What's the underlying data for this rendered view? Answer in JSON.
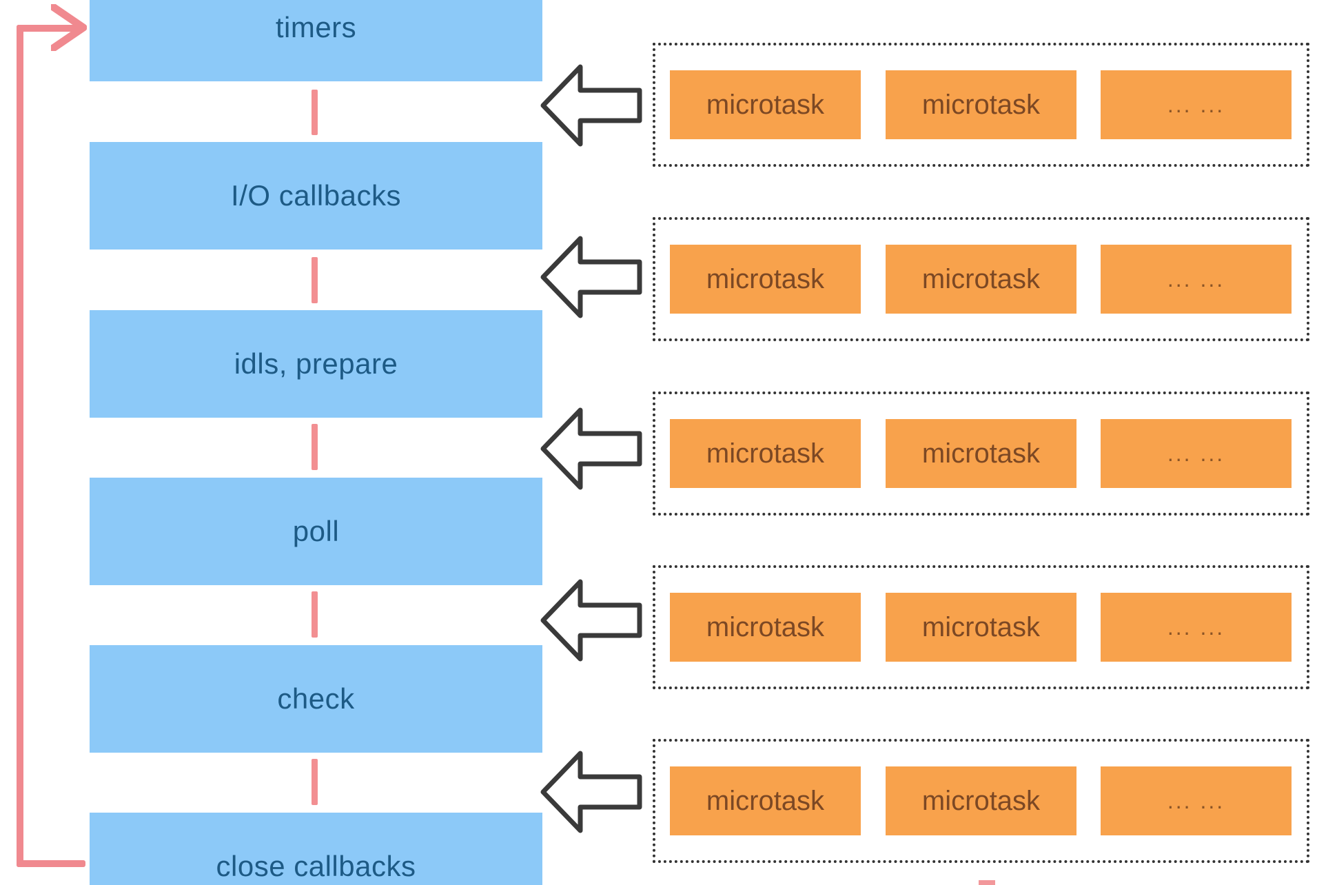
{
  "diagram": {
    "phases": [
      {
        "label": "timers"
      },
      {
        "label": "I/O callbacks"
      },
      {
        "label": "idls, prepare"
      },
      {
        "label": "poll"
      },
      {
        "label": "check"
      },
      {
        "label": "close callbacks"
      }
    ],
    "microtask_rows": [
      {
        "items": [
          "microtask",
          "microtask",
          "... ..."
        ]
      },
      {
        "items": [
          "microtask",
          "microtask",
          "... ..."
        ]
      },
      {
        "items": [
          "microtask",
          "microtask",
          "... ..."
        ]
      },
      {
        "items": [
          "microtask",
          "microtask",
          "... ..."
        ]
      },
      {
        "items": [
          "microtask",
          "microtask",
          "... ..."
        ]
      }
    ],
    "icons": {
      "flow_arrow": "left-block-arrow",
      "loop_arrow": "right-arrowhead"
    },
    "colors": {
      "phase_fill": "#8cc9f8",
      "phase_text": "#1d5a85",
      "task_fill": "#f8a24c",
      "task_text": "#7c4824",
      "loop_line": "#f0898f",
      "connector": "#f28f92",
      "dotted_border": "#333333",
      "arrow_outline": "#3a3a3a"
    }
  }
}
